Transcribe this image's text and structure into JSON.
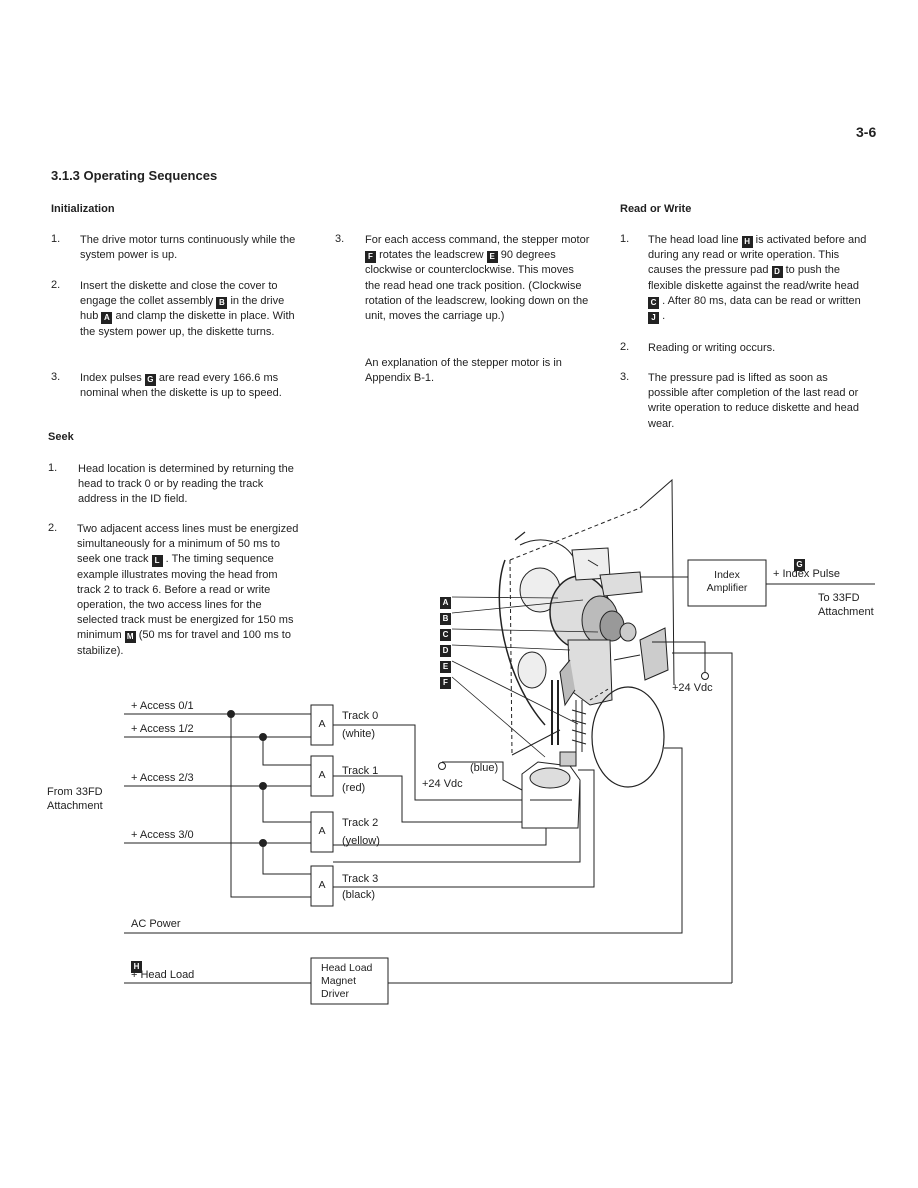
{
  "page_number": "3-6",
  "section_title": "3.1.3 Operating Sequences",
  "initialization": {
    "heading": "Initialization",
    "items": [
      {
        "num": "1.",
        "text": "The drive motor turns continuously while the system power is up."
      },
      {
        "num": "2.",
        "pre": "Insert the diskette and close the cover to engage the collet assembly",
        "key1": "B",
        "mid": "in the drive hub",
        "key2": "A",
        "post": "and clamp the diskette in place. With the system power up, the diskette turns."
      },
      {
        "num": "3.",
        "pre": "Index pulses",
        "key": "G",
        "post": "are read every 166.6 ms nominal when the diskette is up to speed."
      }
    ]
  },
  "seek": {
    "heading": "Seek",
    "items": [
      {
        "num": "1.",
        "text": "Head location is determined by returning the head to track 0 or by reading the track address in the ID field."
      },
      {
        "num": "2.",
        "pre": "Two adjacent access lines must be energized simultaneously for a minimum of 50 ms to seek one track",
        "key1": "L",
        "mid": ". The timing sequence example illustrates moving the head from track 2 to track 6. Before a read or write operation, the two access lines for the selected track must be energized for 150 ms minimum",
        "key2": "M",
        "post": "(50 ms for travel and 100 ms to stabilize)."
      }
    ]
  },
  "column2": {
    "num": "3.",
    "pre": "For each access command, the stepper motor",
    "key1": "F",
    "mid": "rotates the leadscrew",
    "key2": "E",
    "post": "90 degrees clockwise or counterclockwise. This moves the read head one track position. (Clockwise rotation of the leadscrew, looking down on the unit, moves the carriage up.)",
    "para2": "An explanation of the stepper motor is in Appendix B-1."
  },
  "read_write": {
    "heading": "Read or Write",
    "items": [
      {
        "num": "1.",
        "p1": "The head load line",
        "k1": "H",
        "p2": "is activated before and during any read or write operation. This causes the pressure pad",
        "k2": "D",
        "p3": "to push the flexible diskette against the read/write head",
        "k3": "C",
        "p4": ". After 80 ms, data can be read or written",
        "k4": "J",
        "p5": "."
      },
      {
        "num": "2.",
        "text": "Reading or writing occurs."
      },
      {
        "num": "3.",
        "text": "The pressure pad is lifted as soon as possible after completion of the last read or write operation to reduce diskette and head wear."
      }
    ]
  },
  "diagram": {
    "callouts": [
      "A",
      "B",
      "C",
      "D",
      "E",
      "F"
    ],
    "index_box": "Index Amplifier",
    "key_g": "G",
    "index_pulse": "+ Index Pulse",
    "to_33fd": "To 33FD Attachment",
    "vdc_top": "+24 Vdc",
    "vdc_mid": "+24 Vdc",
    "blue": "(blue)",
    "from_label": "From 33FD Attachment",
    "access_lines": [
      "+ Access 0/1",
      "+ Access 1/2",
      "+ Access 2/3",
      "+ Access 3/0"
    ],
    "amp": "A",
    "tracks": [
      {
        "name": "Track 0",
        "color": "(white)"
      },
      {
        "name": "Track 1",
        "color": "(red)"
      },
      {
        "name": "Track 2",
        "color": "(yellow)"
      },
      {
        "name": "Track 3",
        "color": "(black)"
      }
    ],
    "ac_power": "AC Power",
    "key_h": "H",
    "head_load": "+ Head Load",
    "driver_box": "Head Load Magnet Driver"
  }
}
